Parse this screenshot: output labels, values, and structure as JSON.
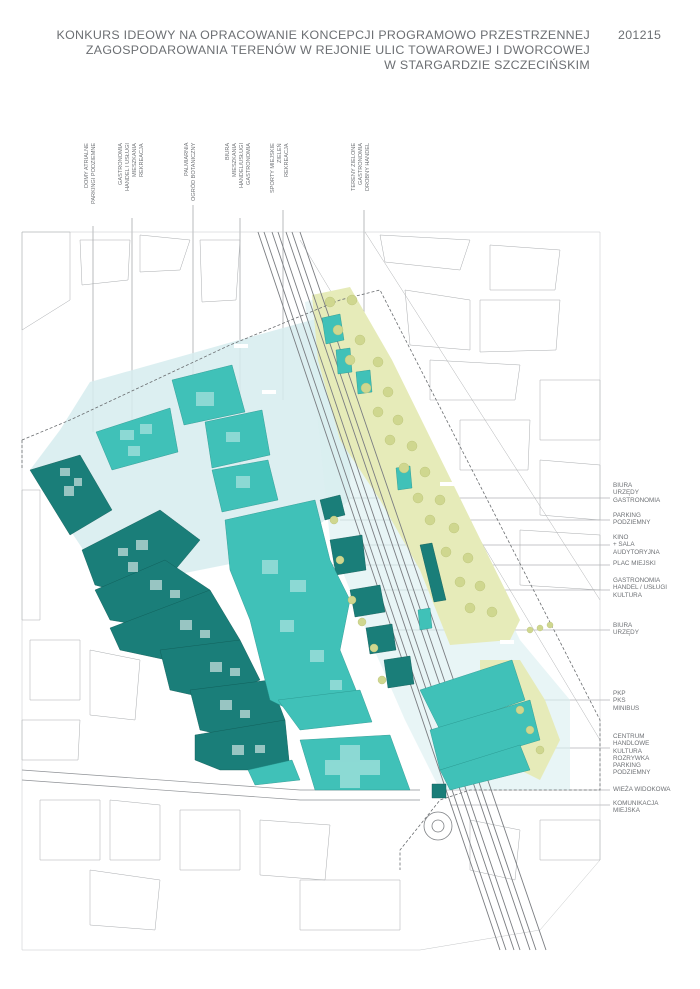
{
  "header": {
    "title_lines": [
      "KONKURS IDEOWY NA OPRACOWANIE KONCEPCJI PROGRAMOWO PRZESTRZENNEJ",
      "ZAGOSPODAROWANIA TERENÓW W REJONIE ULIC TOWAROWEJ I DWORCOWEJ",
      "W STARGARDZIE SZCZECIŃSKIM"
    ],
    "code": "201215"
  },
  "top_labels": [
    [
      "DOMY ATRIALNE",
      "PARKINGI PODZIEMNE"
    ],
    [
      "GASTRONOMIA",
      "HANDEL I USŁUGI",
      "MIESZKANIA",
      "REKREACJA"
    ],
    [
      "PALMIARNIA",
      "OGRÓD BOTANICZNY"
    ],
    [
      "BIURA",
      "MIESZKANIA",
      "HANDEL/USŁUGI",
      "GASTRONOMIA"
    ],
    [
      "SPORTY MIEJSKIE",
      "ZIELEŃ",
      "REKREACJA"
    ],
    [
      "TERENY ZIELONE",
      "GASTRONOMIA",
      "DROBNY HANDEL"
    ]
  ],
  "right_labels": [
    [
      "BIURA",
      "URZĘDY",
      "GASTRONOMIA"
    ],
    [
      "PARKING",
      "PODZIEMNY"
    ],
    [
      "KINO",
      "+ SALA",
      "AUDYTORYJNA"
    ],
    [
      "PLAC MIEJSKI"
    ],
    [
      "GASTRONOMIA",
      "HANDEL / USŁUGI",
      "KULTURA"
    ],
    [
      "BIURA",
      "URZĘDY"
    ],
    [
      "PKP",
      "PKS",
      "MINIBUS"
    ],
    [
      "CENTRUM",
      "HANDLOWE",
      "KULTURA",
      "ROZRYWKA",
      "PARKING",
      "PODZIEMNY"
    ],
    [
      "WIEŻA WIDOKOWA"
    ],
    [
      "KOMUNIKACJA",
      "MIEJSKA"
    ]
  ],
  "palette": {
    "dark_teal": "#1a7e79",
    "teal": "#3fc0b8",
    "light_teal": "#cfe9ea",
    "green_zone": "#e4e9b3",
    "tree": "#d4db95",
    "line": "#9a9da0",
    "rail": "#7d8084"
  }
}
